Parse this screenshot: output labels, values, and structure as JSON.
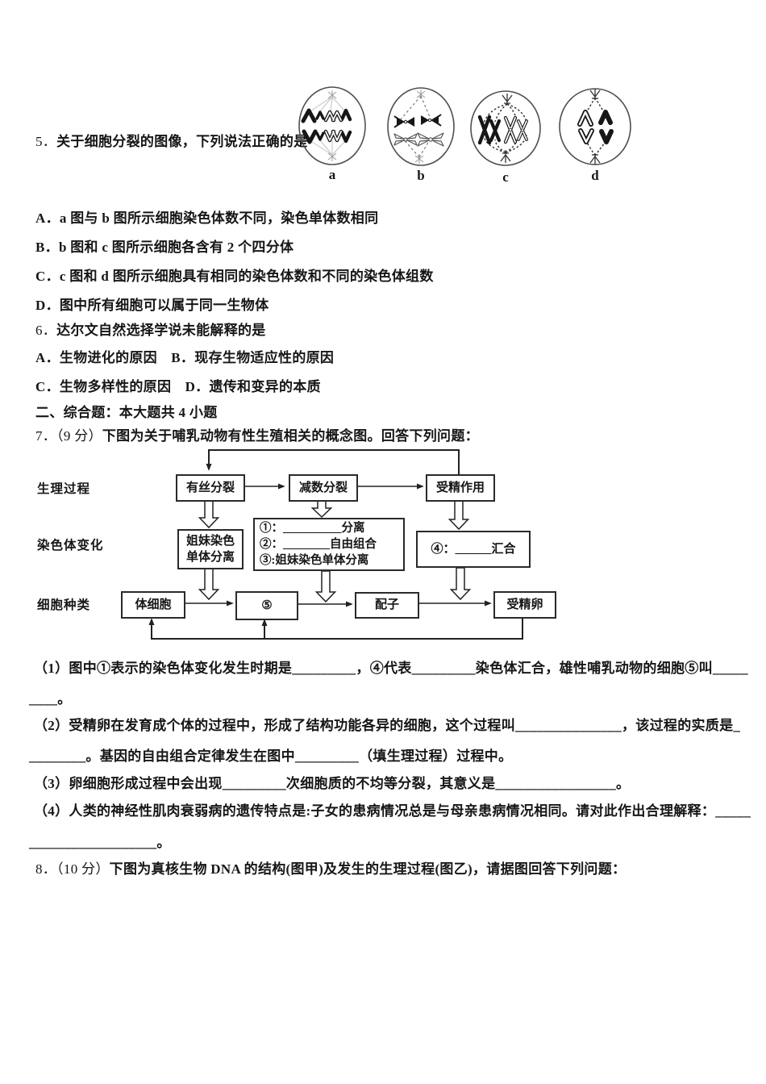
{
  "doc": {
    "q5": {
      "num": "5．",
      "stem": "关于细胞分裂的图像，下列说法正确的是",
      "cell_labels": [
        "a",
        "b",
        "c",
        "d"
      ],
      "options": [
        "A．a 图与 b 图所示细胞染色体数不同，染色单体数相同",
        "B．b 图和 c 图所示细胞各含有 2 个四分体",
        "C．c 图和 d 图所示细胞具有相同的染色体数和不同的染色体组数",
        "D．图中所有细胞可以属于同一生物体"
      ]
    },
    "q6": {
      "num": "6．",
      "stem": "达尔文自然选择学说未能解释的是",
      "line_ab": "A．生物进化的原因　B．现存生物适应性的原因",
      "line_cd": "C．生物多样性的原因　D．遗传和变异的本质"
    },
    "section2": "二、综合题：本大题共 4 小题",
    "q7": {
      "num": "7．（9 分）",
      "stem": "下图为关于哺乳动物有性生殖相关的概念图。回答下列问题：",
      "flow": {
        "row_labels": [
          "生理过程",
          "染色体变化",
          "细胞种类"
        ],
        "mitosis": "有丝分裂",
        "meiosis": "减数分裂",
        "fertilization": "受精作用",
        "sister_l1": "姐妹染色",
        "sister_l2": "单体分离",
        "b123_l1": "①：__________分离",
        "b123_l2": "②：________自由组合",
        "b123_l3": "③:姐妹染色单体分离",
        "b4": "④：______汇合",
        "somatic": "体细胞",
        "five": "⑤",
        "gamete": "配子",
        "zygote": "受精卵"
      },
      "sub1_l1": "（1）图中①表示的染色体变化发生时期是_________，④代表_________染色体汇合，雄性哺乳动物的细胞⑤叫_____",
      "sub1_l2": "____。",
      "sub2_l1": "（2）受精卵在发育成个体的过程中，形成了结构功能各异的细胞，这个过程叫_______________，该过程的实质是_",
      "sub2_l2": "________。基因的自由组合定律发生在图中_________（填生理过程）过程中。",
      "sub3": "（3）卵细胞形成过程中会出现_________次细胞质的不均等分裂，其意义是_________________。",
      "sub4_l1": "（4）人类的神经性肌肉衰弱病的遗传特点是:子女的患病情况总是与母亲患病情况相同。请对此作出合理解释：_____",
      "sub4_l2": "__________________。"
    },
    "q8": {
      "num": "8．（10 分）",
      "stem": "下图为真核生物 DNA 的结构(图甲)及发生的生理过程(图乙)，请据图回答下列问题："
    }
  }
}
